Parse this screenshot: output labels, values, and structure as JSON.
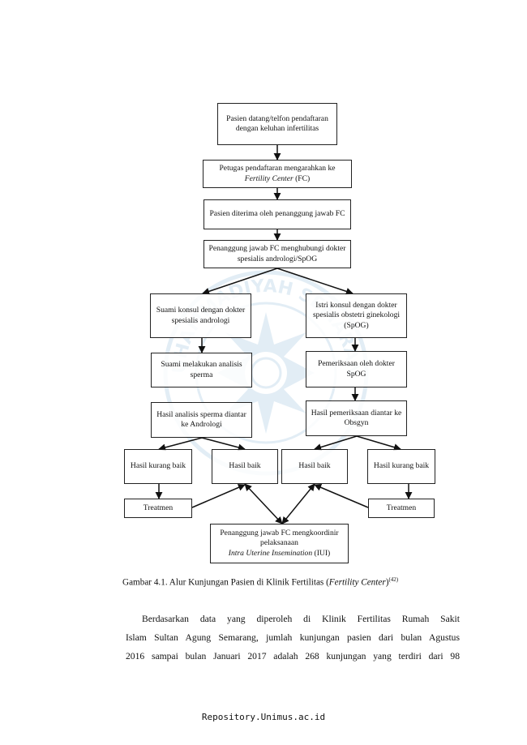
{
  "watermark": {
    "ring_text": "MUHAMMADIYAH SEMARANG"
  },
  "flowchart": {
    "nodes": {
      "start": "Pasien datang/telfon pendaftaran dengan keluhan infertilitas",
      "petugas_a": "Petugas pendaftaran mengarahkan ke",
      "petugas_b_italic": "Fertility Center",
      "petugas_b_rest": " (FC)",
      "diterima": "Pasien diterima oleh penanggung jawab FC",
      "menghubungi": "Penanggung jawab FC menghubungi dokter spesialis andrologi/SpOG",
      "suami_konsul": "Suami konsul dengan dokter spesialis andrologi",
      "istri_konsul": "Istri konsul dengan dokter spesialis obstetri ginekologi (SpOG)",
      "suami_analisis": "Suami melakukan analisis sperma",
      "pemeriksaan_spog": "Pemeriksaan oleh dokter SpOG",
      "hasil_sperma": "Hasil analisis sperma diantar ke Andrologi",
      "hasil_pemeriksaan": "Hasil pemeriksaan diantar ke Obsgyn",
      "kurang_baik_left": "Hasil kurang baik",
      "baik_left": "Hasil baik",
      "baik_right": "Hasil baik",
      "kurang_baik_right": "Hasil kurang baik",
      "treatmen_left": "Treatmen",
      "treatmen_right": "Treatmen",
      "final_a": "Penanggung jawab FC mengkoordinir pelaksanaan",
      "final_b_italic": "Intra Uterine Insemination",
      "final_b_rest": " (IUI)"
    }
  },
  "caption": {
    "prefix": "Gambar 4.1. Alur Kunjungan Pasien di Klinik Fertilitas (",
    "italic": "Fertility Center",
    "suffix": ")",
    "ref": "(42)"
  },
  "paragraph": {
    "lines": [
      "Berdasarkan data yang diperoleh di Klinik Fertilitas Rumah Sakit",
      "Islam Sultan Agung Semarang, jumlah kunjungan pasien dari bulan Agustus",
      "2016 sampai bulan Januari 2017 adalah 268 kunjungan yang terdiri dari 98"
    ]
  },
  "footer": {
    "text": "Repository.Unimus.ac.id"
  }
}
